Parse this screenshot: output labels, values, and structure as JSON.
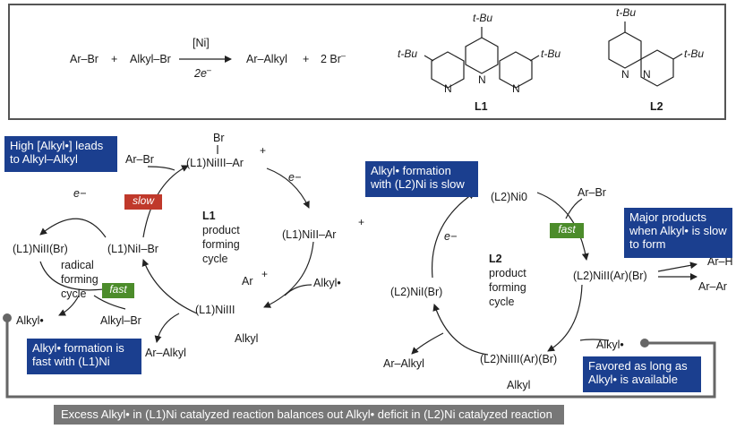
{
  "top_equation": {
    "arbr": "Ar–Br",
    "plus1": "+",
    "alkylbr": "Alkyl–Br",
    "catalyst": "[Ni]",
    "electrons": "2e",
    "electrons_sup": "–",
    "product": "Ar–Alkyl",
    "plus2": "+",
    "bromide": "2 Br",
    "bromide_sup": "–"
  },
  "ligands": {
    "l1_label": "L1",
    "l2_label": "L2",
    "tbu": "t-Bu"
  },
  "left_cycle": {
    "box_high_alkyl": "High [Alkyl•] leads to Alkyl–Alkyl",
    "box_fast_formation": "Alkyl• formation is fast with (L1)Ni",
    "tag_slow": "slow",
    "tag_fast": "fast",
    "arbr": "Ar–Br",
    "species_top": "(L1)NiIII–Ar",
    "species_top_br": "Br",
    "species_right": "(L1)NiII–Ar",
    "species_bottom": "(L1)NiIII",
    "species_bottom_ar": "Ar",
    "species_bottom_alkyl": "Alkyl",
    "species_left": "(L1)NiI–Br",
    "species_far_left": "(L1)NiII(Br)",
    "electron": "e−",
    "cycle_name": "L1 product forming cycle",
    "radical_cycle": "radical forming cycle",
    "alkyl_radical_out": "Alkyl•",
    "alkylbr_in": "Alkyl–Br",
    "alkyl_radical_in": "Alkyl•",
    "product_out": "Ar–Alkyl",
    "charge": "+"
  },
  "right_cycle": {
    "box_slow_formation": "Alkyl• formation with (L2)Ni is slow",
    "box_major_products": "Major products when Alkyl• is slow to form",
    "box_favored": "Favored as long as Alkyl• is available",
    "tag_fast": "fast",
    "species_top": "(L2)Ni0",
    "arbr": "Ar–Br",
    "species_right": "(L2)NiII(Ar)(Br)",
    "side_product_1": "Ar–H",
    "side_product_2": "Ar–Ar",
    "species_bottom": "(L2)NiIII(Ar)(Br)",
    "species_bottom_alkyl": "Alkyl",
    "species_left": "(L2)NiI(Br)",
    "electron": "e−",
    "cycle_name": "L2 product forming cycle",
    "alkyl_radical_in": "Alkyl•",
    "product_out": "Ar–Alkyl"
  },
  "footer": "Excess Alkyl• in (L1)Ni catalyzed reaction balances out Alkyl• deficit in (L2)Ni catalyzed reaction",
  "colors": {
    "box_blue": "#1b3f8f",
    "tag_red": "#c0392b",
    "tag_green": "#4c8c2b",
    "footer_gray": "#777777",
    "connector_gray": "#666666"
  }
}
